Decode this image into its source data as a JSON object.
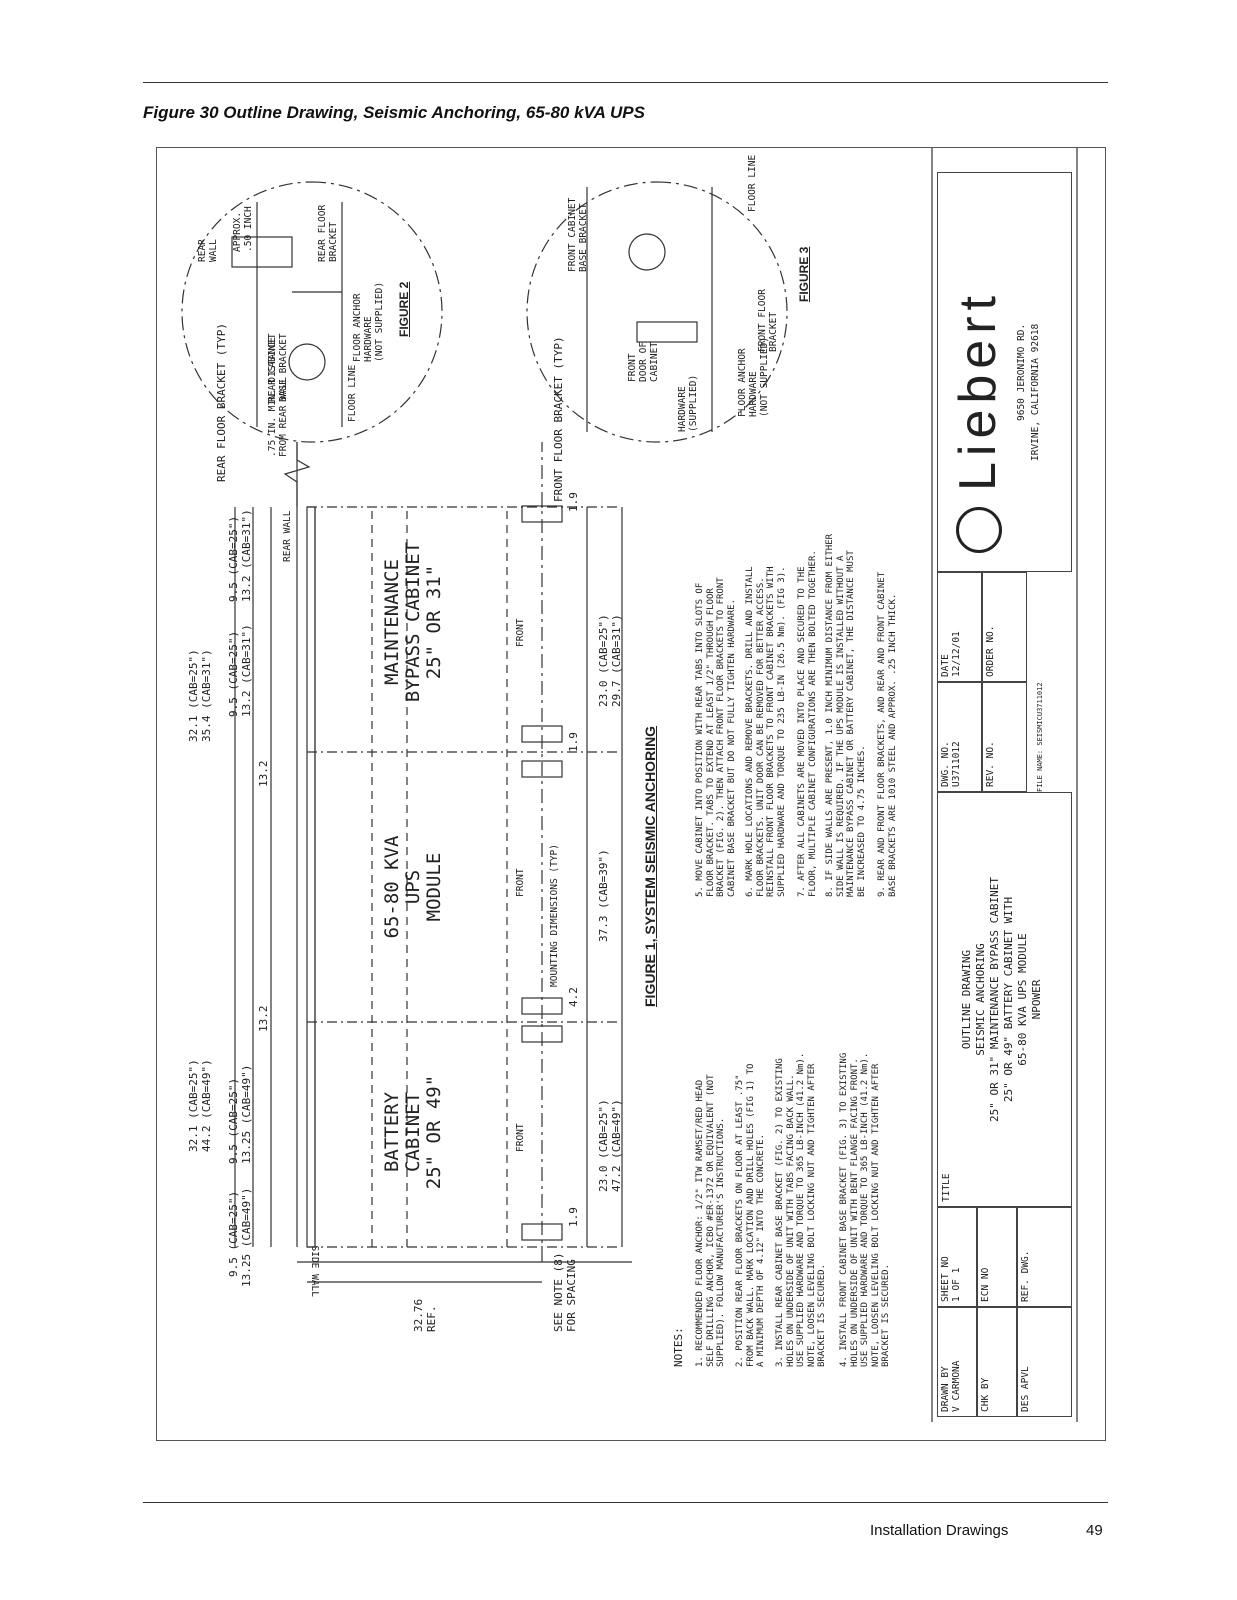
{
  "page": {
    "figure_caption": "Figure 30  Outline Drawing, Seismic Anchoring, 65-80 kVA UPS",
    "footer_section": "Installation Drawings",
    "footer_page": "49"
  },
  "drawing": {
    "cabinets": {
      "battery": [
        "BATTERY",
        "CABINET",
        "25\" OR 49\""
      ],
      "ups": [
        "65-80 KVA",
        "UPS",
        "MODULE"
      ],
      "bypass": [
        "MAINTENANCE",
        "BYPASS CABINET",
        "25\" OR 31\""
      ],
      "front_labels": [
        "FRONT",
        "FRONT",
        "FRONT"
      ]
    },
    "walls": {
      "side": "SIDE WALL",
      "rear": "REAR WALL"
    },
    "dims_top": {
      "d1": "9.5 (CAB=25\")",
      "d1b": "13.25 (CAB=49\")",
      "d2": "32.1 (CAB=25\")",
      "d2b": "44.2 (CAB=49\")",
      "d3": "9.5 (CAB=25\")",
      "d3b": "13.25 (CAB=49\")",
      "d4": "13.2",
      "d5": "13.2",
      "d6": "32.1 (CAB=25\")",
      "d6b": "35.4 (CAB=31\")",
      "d7": "9.5 (CAB=25\")",
      "d7b": "13.2 (CAB=31\")",
      "d8": "9.5 (CAB=25\")",
      "d8b": "13.2 (CAB=31\")"
    },
    "dims_bottom": {
      "b1": "1.9",
      "b1a": "23.0 (CAB=25\")",
      "b1b": "47.2 (CAB=49\")",
      "b2": "4.2",
      "b2_label": "MOUNTING DIMENSIONS (TYP)",
      "b3": "37.3 (CAB=39\")",
      "b4": "1.9",
      "b5a": "23.0 (CAB=25\")",
      "b5b": "29.7 (CAB=31\")",
      "b6": "1.9"
    },
    "left_dim": {
      "value": "32.76",
      "ref": "REF."
    },
    "see_note": [
      "SEE NOTE (8)",
      "FOR SPACING"
    ],
    "callouts": {
      "rear_floor_bracket": "REAR FLOOR BRACKET (TYP)",
      "min_distance": [
        ".75 IN. MIN. DISTANCE",
        "FROM REAR WALL"
      ],
      "front_floor_bracket": "FRONT FLOOR BRACKET (TYP)"
    },
    "figure1_title": "FIGURE 1, SYSTEM SEISMIC ANCHORING",
    "figure2": {
      "title": "FIGURE 2",
      "rear_wall": [
        "REAR",
        "WALL"
      ],
      "approx": [
        "APPROX.",
        ".50 INCH"
      ],
      "rear_floor_bracket": [
        "REAR FLOOR",
        "BRACKET"
      ],
      "floor_anchor": [
        "FLOOR ANCHOR",
        "HARDWARE",
        "(NOT SUPPLIED)"
      ],
      "rear_cabinet_bracket": [
        "REAR CABINET",
        "BASE BRACKET"
      ],
      "floor_line": "FLOOR LINE"
    },
    "figure3": {
      "title": "FIGURE 3",
      "front_cabinet_bracket": [
        "FRONT CABINET",
        "BASE BRACKET"
      ],
      "floor_line": "FLOOR LINE",
      "front_floor_bracket": [
        "FRONT FLOOR",
        "BRACKET"
      ],
      "floor_anchor": [
        "FLOOR ANCHOR",
        "HARDWARE",
        "(NOT SUPPLIED)"
      ],
      "front_door": [
        "FRONT",
        "DOOR OF",
        "CABINET"
      ],
      "hardware": [
        "HARDWARE",
        "(SUPPLIED)"
      ]
    },
    "notes_title": "NOTES:",
    "notes": [
      "1. RECOMMENDED FLOOR ANCHOR: 1/2\" ITW RAMSET/RED HEAD\nSELF DRILLING ANCHOR, ICBO #ER-1372 OR EQUIVALENT (NOT\nSUPPLIED). FOLLOW MANUFACTURER'S INSTRUCTIONS.",
      "2. POSITION REAR FLOOR BRACKETS ON FLOOR AT LEAST .75\"\nFROM BACK WALL. MARK LOCATION AND DRILL HOLES (FIG 1) TO\nA MINIMUM DEPTH OF 4.12\" INTO THE CONCRETE.",
      "3. INSTALL REAR CABINET BASE BRACKET (FIG. 2) TO EXISTING\nHOLES ON UNDERSIDE OF UNIT WITH TABS FACING BACK WALL.\nUSE SUPPLIED HARDWARE AND TORQUE TO 365 LB-INCH (41.2 Nm).\nNOTE, LOOSEN LEVELING BOLT LOCKING NUT AND TIGHTEN AFTER\nBRACKET IS SECURED.",
      "4. INSTALL FRONT CABINET BASE BRACKET (FIG. 3) TO EXISTING\nHOLES ON UNDERSIDE OF UNIT WITH BENT FLANGE FACING FRONT.\nUSE SUPPLIED HARDWARE AND TORQUE TO 365 LB-INCH (41.2 Nm).\nNOTE, LOOSEN LEVELING BOLT LOCKING NUT AND TIGHTEN AFTER\nBRACKET IS SECURED.",
      "5. MOVE CABINET INTO POSITION WITH REAR TABS INTO SLOTS OF\nFLOOR BRACKET. TABS TO EXTEND AT LEAST 1/2\" THROUGH FLOOR\nBRACKET (FIG. 2). THEN ATTACH FRONT FLOOR BRACKETS TO FRONT\nCABINET BASE BRACKET BUT DO NOT FULLY TIGHTEN HARDWARE.",
      "6. MARK HOLE LOCATIONS AND REMOVE BRACKETS. DRILL AND INSTALL\nFLOOR BRACKETS. UNIT DOOR CAN BE REMOVED FOR BETTER ACCESS.\nREINSTALL FRONT FLOOR BRACKETS TO FRONT CABINET BRACKETS WITH\nSUPPLIED HARDWARE AND TORQUE TO 235 LB-IN (26.5 Nm). (FIG 3).",
      "7. AFTER ALL CABINETS ARE MOVED INTO PLACE AND SECURED TO THE\nFLOOR, MULTIPLE CABINET CONFIGURATIONS ARE THEN BOLTED TOGETHER.",
      "8. IF SIDE WALLS ARE PRESENT, 1.0 INCH MINIMUM DISTANCE FROM EITHER\nSIDE WALL IS REQUIRED. IF THE UPS MODULE IS INSTALLED WITHOUT A\nMAINTENANCE BYPASS CABINET OR BATTERY CABINET, THE DISTANCE MUST\nBE INCREASED TO 4.75 INCHES.",
      "9. REAR AND FRONT FLOOR BRACKETS, AND REAR AND FRONT CABINET\nBASE BRACKETS ARE 1010 STEEL AND APPROX. .25 INCH THICK."
    ],
    "title_block": {
      "drawn_by_label": "DRAWN BY",
      "drawn_by": "V CARMONA",
      "chk_by_label": "CHK BY",
      "des_apvl_label": "DES APVL",
      "sheet_no_label": "SHEET NO",
      "sheet_no": "1 OF 1",
      "ecn_no_label": "ECN NO",
      "ref_dwg_label": "REF. DWG.",
      "title_label": "TITLE",
      "title_lines": [
        "OUTLINE DRAWING",
        "SEISMIC ANCHORING",
        "25\" OR 31\" MAINTENANCE BYPASS CABINET",
        "25\" OR 49\" BATTERY CABINET WITH",
        "65-80 KVA UPS MODULE",
        "NPOWER"
      ],
      "dwg_no_label": "DWG. NO.",
      "dwg_no": "U3711012",
      "rev_no_label": "REV. NO.",
      "date_label": "DATE",
      "date": "12/12/01",
      "order_no_label": "ORDER NO.",
      "file_name": "FILE NAME: SEISMICU3711012",
      "company": "Liebert",
      "address1": "9650 JERONIMO RD.",
      "address2": "IRVINE, CALIFORNIA 92618"
    }
  }
}
